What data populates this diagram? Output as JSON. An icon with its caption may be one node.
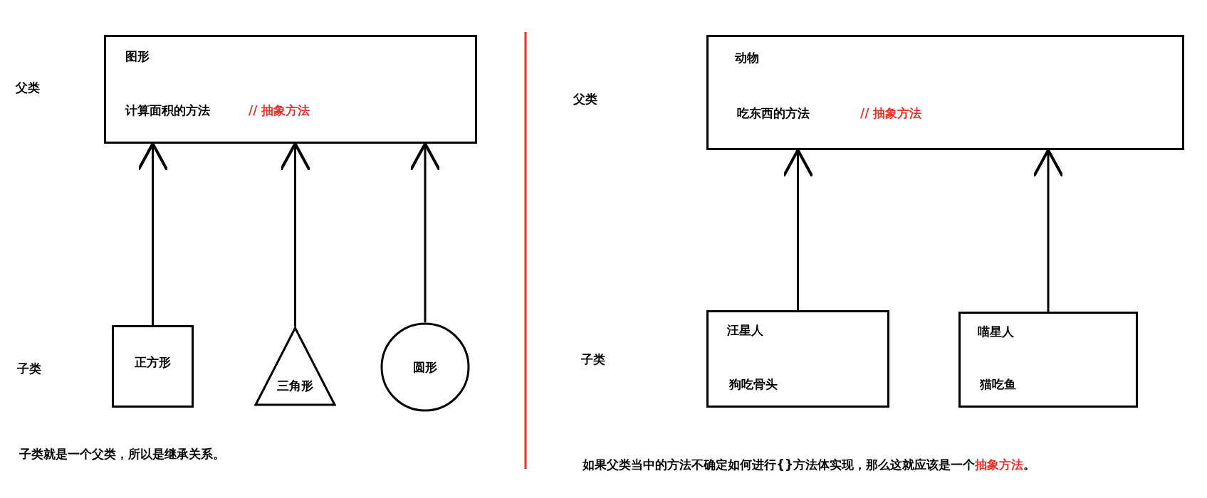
{
  "diagram": {
    "nodes": [
      {
        "text": [
          "图形",
          "计算面积的方法",
          "// 抽象方法"
        ]
      },
      {
        "text": [
          "正方形"
        ]
      },
      {
        "text": [
          "三角形"
        ]
      },
      {
        "text": [
          "圆形"
        ]
      },
      {
        "text": [
          "动物",
          "吃东西的方法",
          "// 抽象方法"
        ]
      },
      {
        "text": [
          "汪星人",
          "狗吃骨头"
        ]
      },
      {
        "text": [
          "喵星人",
          "猫吃鱼"
        ]
      }
    ],
    "edges": [
      {
        "from": 1,
        "to": 0,
        "arrow": "to"
      },
      {
        "from": 2,
        "to": 0,
        "arrow": "to"
      },
      {
        "from": 3,
        "to": 0,
        "arrow": "to"
      },
      {
        "from": 5,
        "to": 4,
        "arrow": "to"
      },
      {
        "from": 6,
        "to": 4,
        "arrow": "to"
      }
    ],
    "labels": [
      "父类",
      "子类",
      "子类就是一个父类，所以是继承关系。",
      "父类",
      "子类",
      "如果父类当中的方法不确定如何进行{}方法体实现，那么这就应该是一个**抽象方法**。"
    ]
  }
}
